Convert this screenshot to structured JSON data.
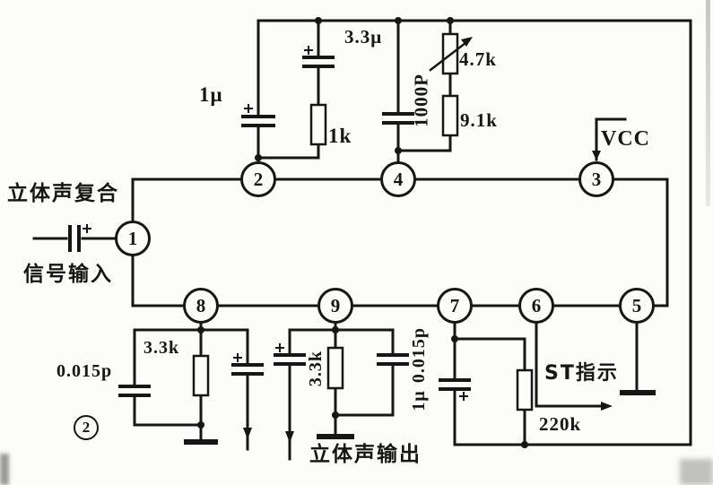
{
  "diagram": {
    "type": "circuit-schematic",
    "description_labels": {
      "stereo_composite": "立体声复合",
      "signal_input": "信号输入",
      "stereo_output": "立体声输出",
      "st_indicator": "ST指示",
      "vcc": "VCC",
      "figure_number": "2"
    },
    "colors": {
      "ink": "#161616",
      "paper": "#fcfcf8"
    }
  },
  "pins": [
    "1",
    "2",
    "4",
    "3",
    "8",
    "9",
    "7",
    "6",
    "5"
  ],
  "values": {
    "cap_1u_top": "1μ",
    "cap_3_3u": "3.3μ",
    "res_1k": "1k",
    "cap_1000p": "1000P",
    "res_4_7k_variable": "4.7k",
    "res_9_1k": "9.1k",
    "cap_0_015p_pin8": "0.015p",
    "res_3_3k_pin8": "3.3k",
    "res_3_3k_pin9": "3.3k",
    "cap_0_015p_pin9": "0.015p",
    "cap_1u_pin7": "1μ",
    "res_220k": "220k"
  }
}
